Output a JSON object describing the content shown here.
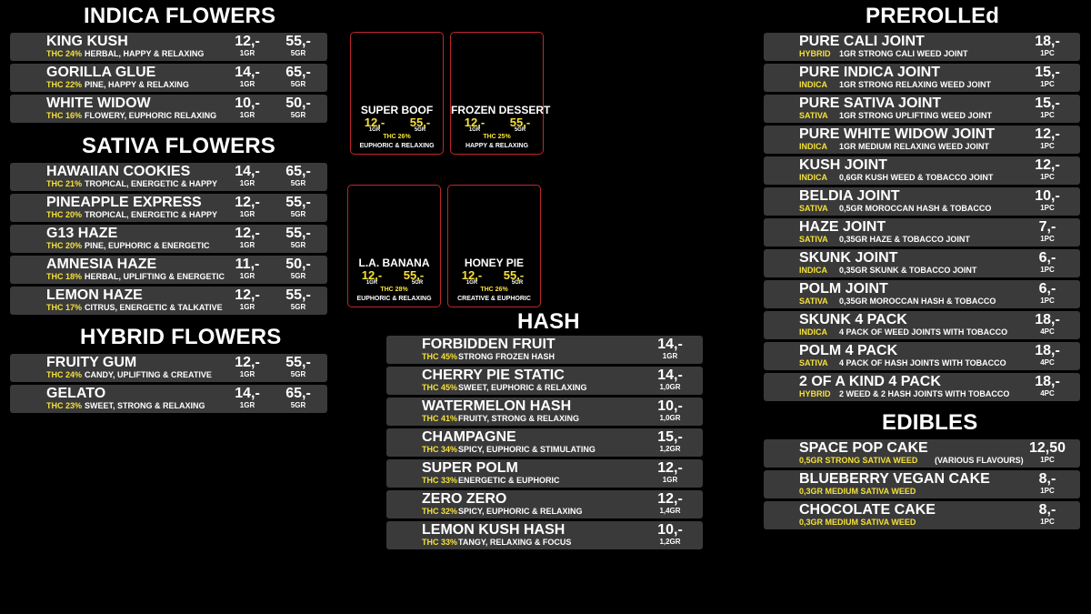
{
  "indica": {
    "title": "INDICA FLOWERS",
    "items": [
      {
        "name": "KING KUSH",
        "thc": "THC 24%",
        "desc": "HERBAL, HAPPY & RELAXING",
        "price1": "12,-",
        "unit1": "1GR",
        "price2": "55,-",
        "unit2": "5GR"
      },
      {
        "name": "GORILLA GLUE",
        "thc": "THC 22%",
        "desc": "PINE, HAPPY & RELAXING",
        "price1": "14,-",
        "unit1": "1GR",
        "price2": "65,-",
        "unit2": "5GR"
      },
      {
        "name": "WHITE WIDOW",
        "thc": "THC 16%",
        "desc": "FLOWERY, EUPHORIC RELAXING",
        "price1": "10,-",
        "unit1": "1GR",
        "price2": "50,-",
        "unit2": "5GR"
      }
    ]
  },
  "sativa": {
    "title": "SATIVA FLOWERS",
    "items": [
      {
        "name": "HAWAIIAN COOKIES",
        "thc": "THC 21%",
        "desc": "TROPICAL, ENERGETIC & HAPPY",
        "price1": "14,-",
        "unit1": "1GR",
        "price2": "65,-",
        "unit2": "5GR"
      },
      {
        "name": "PINEAPPLE EXPRESS",
        "thc": "THC 20%",
        "desc": "TROPICAL, ENERGETIC & HAPPY",
        "price1": "12,-",
        "unit1": "1GR",
        "price2": "55,-",
        "unit2": "5GR"
      },
      {
        "name": "G13 HAZE",
        "thc": "THC 20%",
        "desc": "PINE, EUPHORIC & ENERGETIC",
        "price1": "12,-",
        "unit1": "1GR",
        "price2": "55,-",
        "unit2": "5GR"
      },
      {
        "name": "AMNESIA HAZE",
        "thc": "THC 18%",
        "desc": "HERBAL, UPLIFTING & ENERGETIC",
        "price1": "11,-",
        "unit1": "1GR",
        "price2": "50,-",
        "unit2": "5GR"
      },
      {
        "name": "LEMON HAZE",
        "thc": "THC 17%",
        "desc": "CITRUS, ENERGETIC & TALKATIVE",
        "price1": "12,-",
        "unit1": "1GR",
        "price2": "55,-",
        "unit2": "5GR"
      }
    ]
  },
  "hybrid": {
    "title": "HYBRID FLOWERS",
    "items": [
      {
        "name": "FRUITY GUM",
        "thc": "THC 24%",
        "desc": "CANDY, UPLIFTING & CREATIVE",
        "price1": "12,-",
        "unit1": "1GR",
        "price2": "55,-",
        "unit2": "5GR"
      },
      {
        "name": "GELATO",
        "thc": "THC 23%",
        "desc": "SWEET, STRONG & RELAXING",
        "price1": "14,-",
        "unit1": "1GR",
        "price2": "65,-",
        "unit2": "5GR"
      }
    ]
  },
  "featured": [
    {
      "name": "SUPER BOOF",
      "price1": "12,-",
      "unit1": "1GR",
      "price2": "55,-",
      "unit2": "5GR",
      "thc": "THC 26%",
      "desc": "EUPHORIC & RELAXING"
    },
    {
      "name": "FROZEN DESSERT",
      "price1": "12,-",
      "unit1": "1GR",
      "price2": "55,-",
      "unit2": "5GR",
      "thc": "THC 25%",
      "desc": "HAPPY & RELAXING"
    },
    {
      "name": "L.A. BANANA",
      "price1": "12,-",
      "unit1": "1GR",
      "price2": "55,-",
      "unit2": "5GR",
      "thc": "THC 28%",
      "desc": "EUPHORIC & RELAXING"
    },
    {
      "name": "HONEY PIE",
      "price1": "12,-",
      "unit1": "1GR",
      "price2": "55,-",
      "unit2": "5GR",
      "thc": "THC 26%",
      "desc": "CREATIVE & EUPHORIC"
    }
  ],
  "hash": {
    "title": "HASH",
    "items": [
      {
        "name": "FORBIDDEN FRUIT",
        "thc": "THC 45%",
        "desc": "STRONG FROZEN HASH",
        "price1": "14,-",
        "unit1": "1GR"
      },
      {
        "name": "CHERRY PIE STATIC",
        "thc": "THC 45%",
        "desc": "SWEET, EUPHORIC & RELAXING",
        "price1": "14,-",
        "unit1": "1,0GR"
      },
      {
        "name": "WATERMELON HASH",
        "thc": "THC 41%",
        "desc": "FRUITY, STRONG & RELAXING",
        "price1": "10,-",
        "unit1": "1,0GR"
      },
      {
        "name": "CHAMPAGNE",
        "thc": "THC 34%",
        "desc": "SPICY, EUPHORIC & STIMULATING",
        "price1": "15,-",
        "unit1": "1,2GR"
      },
      {
        "name": "SUPER POLM",
        "thc": "THC 33%",
        "desc": "ENERGETIC & EUPHORIC",
        "price1": "12,-",
        "unit1": "1GR"
      },
      {
        "name": "ZERO ZERO",
        "thc": "THC 32%",
        "desc": "SPICY, EUPHORIC & RELAXING",
        "price1": "12,-",
        "unit1": "1,4GR"
      },
      {
        "name": "LEMON KUSH HASH",
        "thc": "THC 33%",
        "desc": "TANGY, RELAXING & FOCUS",
        "price1": "10,-",
        "unit1": "1,2GR"
      }
    ]
  },
  "prerolled": {
    "title": "PREROLLEd",
    "items": [
      {
        "name": "PURE CALI JOINT",
        "type": "HYBRID",
        "desc": "1GR STRONG CALI WEED JOINT",
        "price1": "18,-",
        "unit1": "1PC"
      },
      {
        "name": "PURE INDICA JOINT",
        "type": "INDICA",
        "desc": "1GR STRONG RELAXING WEED JOINT",
        "price1": "15,-",
        "unit1": "1PC"
      },
      {
        "name": "PURE SATIVA JOINT",
        "type": "SATIVA",
        "desc": "1GR STRONG UPLIFTING WEED JOINT",
        "price1": "15,-",
        "unit1": "1PC"
      },
      {
        "name": "PURE WHITE WIDOW JOINT",
        "type": "INDICA",
        "desc": "1GR MEDIUM RELAXING WEED JOINT",
        "price1": "12,-",
        "unit1": "1PC"
      },
      {
        "name": "KUSH JOINT",
        "type": "INDICA",
        "desc": "0,6GR KUSH WEED & TOBACCO JOINT",
        "price1": "12,-",
        "unit1": "1PC"
      },
      {
        "name": "BELDIA JOINT",
        "type": "SATIVA",
        "desc": "0,5GR MOROCCAN HASH & TOBACCO",
        "price1": "10,-",
        "unit1": "1PC"
      },
      {
        "name": "HAZE JOINT",
        "type": "SATIVA",
        "desc": "0,35GR HAZE & TOBACCO JOINT",
        "price1": "7,-",
        "unit1": "1PC"
      },
      {
        "name": "SKUNK JOINT",
        "type": "INDICA",
        "desc": "0,35GR SKUNK & TOBACCO JOINT",
        "price1": "6,-",
        "unit1": "1PC"
      },
      {
        "name": "POLM JOINT",
        "type": "SATIVA",
        "desc": "0,35GR MOROCCAN HASH & TOBACCO",
        "price1": "6,-",
        "unit1": "1PC"
      },
      {
        "name": "SKUNK 4 PACK",
        "type": "INDICA",
        "desc": "4 PACK OF WEED JOINTS WITH TOBACCO",
        "price1": "18,-",
        "unit1": "4PC"
      },
      {
        "name": "POLM 4 PACK",
        "type": "SATIVA",
        "desc": "4 PACK OF HASH JOINTS WITH TOBACCO",
        "price1": "18,-",
        "unit1": "4PC"
      },
      {
        "name": "2 OF A KIND 4 PACK",
        "type": "HYBRID",
        "desc": "2 WEED & 2 HASH JOINTS WITH TOBACCO",
        "price1": "18,-",
        "unit1": "4PC"
      }
    ]
  },
  "edibles": {
    "title": "EDIBLES",
    "items": [
      {
        "name": "SPACE POP CAKE",
        "desc": "0,5GR STRONG SATIVA WEED",
        "note": "(VARIOUS FLAVOURS)",
        "price1": "12,50",
        "unit1": "1PC"
      },
      {
        "name": "BLUEBERRY VEGAN CAKE",
        "desc": "0,3GR MEDIUM SATIVA WEED",
        "note": "",
        "price1": "8,-",
        "unit1": "1PC"
      },
      {
        "name": "CHOCOLATE CAKE",
        "desc": "0,3GR MEDIUM SATIVA WEED",
        "note": "",
        "price1": "8,-",
        "unit1": "1PC"
      }
    ]
  },
  "colors": {
    "row_bg": "#3a3a3a",
    "thc": "#f5e13a",
    "card_border": "#c0262c",
    "background": "#000000"
  }
}
